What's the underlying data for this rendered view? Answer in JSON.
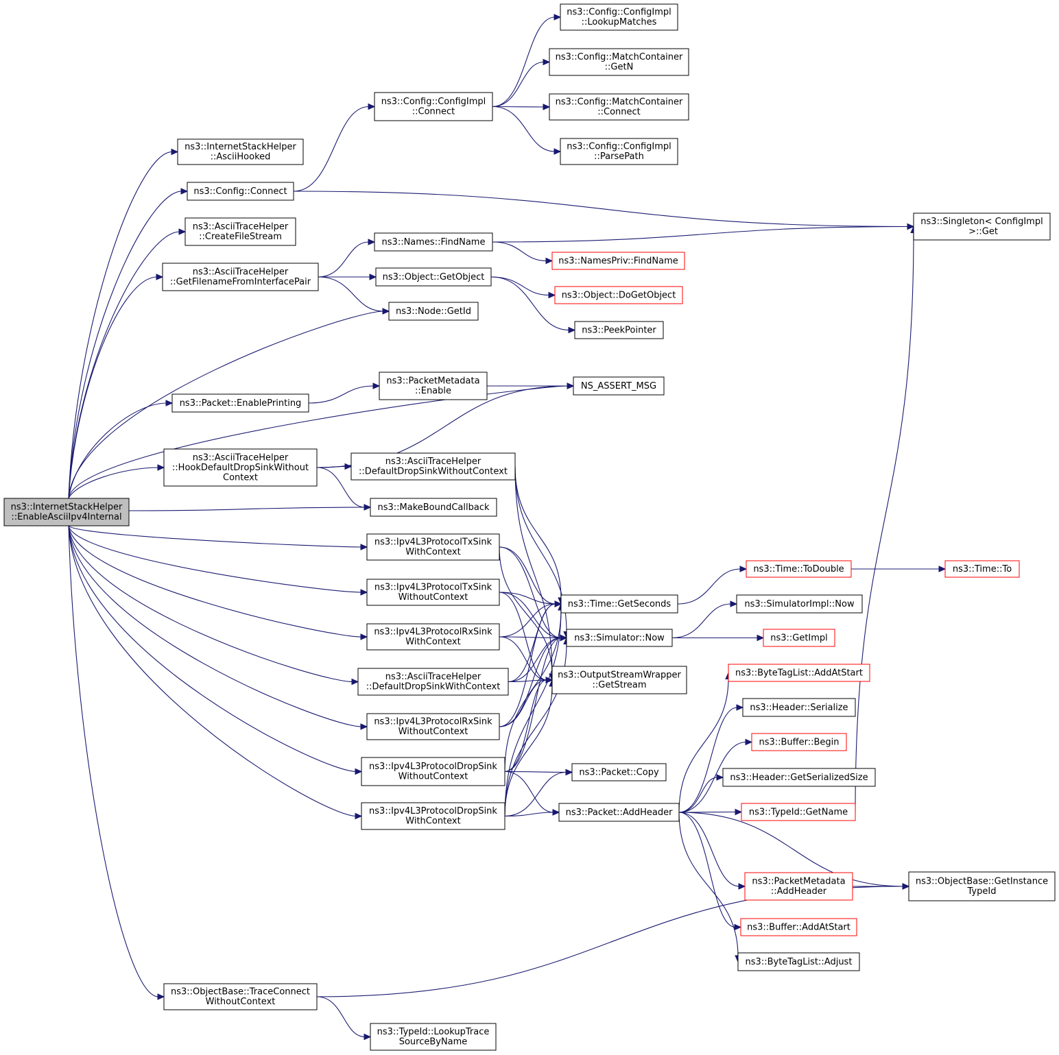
{
  "colors": {
    "edge": "#191970",
    "border_normal": "#000000",
    "border_truncated": "#ff0000",
    "fill_root": "#bfbfbf",
    "fill_normal": "#ffffff"
  },
  "nodes": [
    {
      "id": "root",
      "lines": [
        "ns3::InternetStackHelper",
        "::EnableAsciiIpv4Internal"
      ],
      "kind": "root"
    },
    {
      "id": "asciiHooked",
      "lines": [
        "ns3::InternetStackHelper",
        "::AsciiHooked"
      ],
      "kind": "normal"
    },
    {
      "id": "configConnect",
      "lines": [
        "ns3::Config::Connect"
      ],
      "kind": "normal"
    },
    {
      "id": "createFileStream",
      "lines": [
        "ns3::AsciiTraceHelper",
        "::CreateFileStream"
      ],
      "kind": "normal"
    },
    {
      "id": "getFilename",
      "lines": [
        "ns3::AsciiTraceHelper",
        "::GetFilenameFromInterfacePair"
      ],
      "kind": "normal"
    },
    {
      "id": "enablePrinting",
      "lines": [
        "ns3::Packet::EnablePrinting"
      ],
      "kind": "normal"
    },
    {
      "id": "hookDefault",
      "lines": [
        "ns3::AsciiTraceHelper",
        "::HookDefaultDropSinkWithout",
        "Context"
      ],
      "kind": "normal"
    },
    {
      "id": "traceConnect",
      "lines": [
        "ns3::ObjectBase::TraceConnect",
        "WithoutContext"
      ],
      "kind": "normal"
    },
    {
      "id": "implConnect",
      "lines": [
        "ns3::Config::ConfigImpl",
        "::Connect"
      ],
      "kind": "normal"
    },
    {
      "id": "findName",
      "lines": [
        "ns3::Names::FindName"
      ],
      "kind": "normal"
    },
    {
      "id": "getObject",
      "lines": [
        "ns3::Object::GetObject"
      ],
      "kind": "normal"
    },
    {
      "id": "nodeGetId",
      "lines": [
        "ns3::Node::GetId"
      ],
      "kind": "normal"
    },
    {
      "id": "pmEnable",
      "lines": [
        "ns3::PacketMetadata",
        "::Enable"
      ],
      "kind": "normal"
    },
    {
      "id": "dropSinkWithoutCtx",
      "lines": [
        "ns3::AsciiTraceHelper",
        "::DefaultDropSinkWithoutContext"
      ],
      "kind": "normal"
    },
    {
      "id": "makeBound",
      "lines": [
        "ns3::MakeBoundCallback"
      ],
      "kind": "normal"
    },
    {
      "id": "txSinkWith",
      "lines": [
        "ns3::Ipv4L3ProtocolTxSink",
        "WithContext"
      ],
      "kind": "normal"
    },
    {
      "id": "txSinkWithout",
      "lines": [
        "ns3::Ipv4L3ProtocolTxSink",
        "WithoutContext"
      ],
      "kind": "normal"
    },
    {
      "id": "rxSinkWith",
      "lines": [
        "ns3::Ipv4L3ProtocolRxSink",
        "WithContext"
      ],
      "kind": "normal"
    },
    {
      "id": "dropSinkWithCtx",
      "lines": [
        "ns3::AsciiTraceHelper",
        "::DefaultDropSinkWithContext"
      ],
      "kind": "normal"
    },
    {
      "id": "rxSinkWithout",
      "lines": [
        "ns3::Ipv4L3ProtocolRxSink",
        "WithoutContext"
      ],
      "kind": "normal"
    },
    {
      "id": "dropWithout",
      "lines": [
        "ns3::Ipv4L3ProtocolDropSink",
        "WithoutContext"
      ],
      "kind": "normal"
    },
    {
      "id": "dropWith",
      "lines": [
        "ns3::Ipv4L3ProtocolDropSink",
        "WithContext"
      ],
      "kind": "normal"
    },
    {
      "id": "lookupTrace",
      "lines": [
        "ns3::TypeId::LookupTrace",
        "SourceByName"
      ],
      "kind": "normal"
    },
    {
      "id": "lookupMatches",
      "lines": [
        "ns3::Config::ConfigImpl",
        "::LookupMatches"
      ],
      "kind": "normal"
    },
    {
      "id": "matchGetN",
      "lines": [
        "ns3::Config::MatchContainer",
        "::GetN"
      ],
      "kind": "normal"
    },
    {
      "id": "matchConnect",
      "lines": [
        "ns3::Config::MatchContainer",
        "::Connect"
      ],
      "kind": "normal"
    },
    {
      "id": "parsePath",
      "lines": [
        "ns3::Config::ConfigImpl",
        "::ParsePath"
      ],
      "kind": "normal"
    },
    {
      "id": "namesPrivFind",
      "lines": [
        "ns3::NamesPriv::FindName"
      ],
      "kind": "truncated"
    },
    {
      "id": "doGetObject",
      "lines": [
        "ns3::Object::DoGetObject"
      ],
      "kind": "truncated"
    },
    {
      "id": "peekPointer",
      "lines": [
        "ns3::PeekPointer"
      ],
      "kind": "normal"
    },
    {
      "id": "nsAssert",
      "lines": [
        "NS_ASSERT_MSG"
      ],
      "kind": "normal"
    },
    {
      "id": "getSeconds",
      "lines": [
        "ns3::Time::GetSeconds"
      ],
      "kind": "normal"
    },
    {
      "id": "simNow",
      "lines": [
        "ns3::Simulator::Now"
      ],
      "kind": "normal"
    },
    {
      "id": "getStream",
      "lines": [
        "ns3::OutputStreamWrapper",
        "::GetStream"
      ],
      "kind": "normal"
    },
    {
      "id": "packetCopy",
      "lines": [
        "ns3::Packet::Copy"
      ],
      "kind": "normal"
    },
    {
      "id": "addHeader",
      "lines": [
        "ns3::Packet::AddHeader"
      ],
      "kind": "normal"
    },
    {
      "id": "singletonGet",
      "lines": [
        "ns3::Singleton< ConfigImpl",
        " >::Get"
      ],
      "kind": "normal"
    },
    {
      "id": "toDouble",
      "lines": [
        "ns3::Time::ToDouble"
      ],
      "kind": "truncated"
    },
    {
      "id": "timeTo",
      "lines": [
        "ns3::Time::To"
      ],
      "kind": "truncated"
    },
    {
      "id": "simImplNow",
      "lines": [
        "ns3::SimulatorImpl::Now"
      ],
      "kind": "normal"
    },
    {
      "id": "getImpl",
      "lines": [
        "ns3::GetImpl"
      ],
      "kind": "truncated"
    },
    {
      "id": "btlAddAtStart",
      "lines": [
        "ns3::ByteTagList::AddAtStart"
      ],
      "kind": "truncated"
    },
    {
      "id": "headerSerialize",
      "lines": [
        "ns3::Header::Serialize"
      ],
      "kind": "normal"
    },
    {
      "id": "bufferBegin",
      "lines": [
        "ns3::Buffer::Begin"
      ],
      "kind": "truncated"
    },
    {
      "id": "headerGetSize",
      "lines": [
        "ns3::Header::GetSerializedSize"
      ],
      "kind": "normal"
    },
    {
      "id": "typeIdGetName",
      "lines": [
        "ns3::TypeId::GetName"
      ],
      "kind": "truncated"
    },
    {
      "id": "pmAddHeader",
      "lines": [
        "ns3::PacketMetadata",
        "::AddHeader"
      ],
      "kind": "truncated"
    },
    {
      "id": "bufferAddAtStart",
      "lines": [
        "ns3::Buffer::AddAtStart"
      ],
      "kind": "truncated"
    },
    {
      "id": "btlAdjust",
      "lines": [
        "ns3::ByteTagList::Adjust"
      ],
      "kind": "normal"
    },
    {
      "id": "getInstanceTypeId",
      "lines": [
        "ns3::ObjectBase::GetInstance",
        "TypeId"
      ],
      "kind": "normal"
    }
  ],
  "edges": [
    [
      "root",
      "asciiHooked"
    ],
    [
      "root",
      "configConnect"
    ],
    [
      "root",
      "createFileStream"
    ],
    [
      "root",
      "getFilename"
    ],
    [
      "root",
      "nodeGetId"
    ],
    [
      "root",
      "nsAssert"
    ],
    [
      "root",
      "enablePrinting"
    ],
    [
      "root",
      "hookDefault"
    ],
    [
      "root",
      "makeBound"
    ],
    [
      "root",
      "txSinkWith"
    ],
    [
      "root",
      "txSinkWithout"
    ],
    [
      "root",
      "rxSinkWith"
    ],
    [
      "root",
      "dropSinkWithCtx"
    ],
    [
      "root",
      "rxSinkWithout"
    ],
    [
      "root",
      "dropWithout"
    ],
    [
      "root",
      "dropWith"
    ],
    [
      "root",
      "traceConnect"
    ],
    [
      "configConnect",
      "implConnect"
    ],
    [
      "configConnect",
      "singletonGet"
    ],
    [
      "implConnect",
      "lookupMatches"
    ],
    [
      "implConnect",
      "matchGetN"
    ],
    [
      "implConnect",
      "matchConnect"
    ],
    [
      "implConnect",
      "parsePath"
    ],
    [
      "getFilename",
      "findName"
    ],
    [
      "getFilename",
      "getObject"
    ],
    [
      "getFilename",
      "nodeGetId"
    ],
    [
      "findName",
      "singletonGet"
    ],
    [
      "findName",
      "namesPrivFind"
    ],
    [
      "getObject",
      "doGetObject"
    ],
    [
      "getObject",
      "peekPointer"
    ],
    [
      "enablePrinting",
      "pmEnable"
    ],
    [
      "pmEnable",
      "nsAssert"
    ],
    [
      "hookDefault",
      "nsAssert"
    ],
    [
      "hookDefault",
      "dropSinkWithoutCtx"
    ],
    [
      "hookDefault",
      "makeBound"
    ],
    [
      "dropSinkWithoutCtx",
      "getSeconds"
    ],
    [
      "dropSinkWithoutCtx",
      "simNow"
    ],
    [
      "dropSinkWithoutCtx",
      "getStream"
    ],
    [
      "txSinkWith",
      "getSeconds"
    ],
    [
      "txSinkWith",
      "simNow"
    ],
    [
      "txSinkWith",
      "getStream"
    ],
    [
      "txSinkWithout",
      "getSeconds"
    ],
    [
      "txSinkWithout",
      "simNow"
    ],
    [
      "txSinkWithout",
      "getStream"
    ],
    [
      "rxSinkWith",
      "getSeconds"
    ],
    [
      "rxSinkWith",
      "simNow"
    ],
    [
      "rxSinkWith",
      "getStream"
    ],
    [
      "dropSinkWithCtx",
      "getSeconds"
    ],
    [
      "dropSinkWithCtx",
      "simNow"
    ],
    [
      "dropSinkWithCtx",
      "getStream"
    ],
    [
      "rxSinkWithout",
      "getSeconds"
    ],
    [
      "rxSinkWithout",
      "simNow"
    ],
    [
      "rxSinkWithout",
      "getStream"
    ],
    [
      "dropWithout",
      "getSeconds"
    ],
    [
      "dropWithout",
      "simNow"
    ],
    [
      "dropWithout",
      "getStream"
    ],
    [
      "dropWithout",
      "packetCopy"
    ],
    [
      "dropWithout",
      "addHeader"
    ],
    [
      "dropWith",
      "getSeconds"
    ],
    [
      "dropWith",
      "simNow"
    ],
    [
      "dropWith",
      "getStream"
    ],
    [
      "dropWith",
      "packetCopy"
    ],
    [
      "dropWith",
      "addHeader"
    ],
    [
      "getSeconds",
      "toDouble"
    ],
    [
      "toDouble",
      "timeTo"
    ],
    [
      "simNow",
      "simImplNow"
    ],
    [
      "simNow",
      "getImpl"
    ],
    [
      "addHeader",
      "btlAddAtStart"
    ],
    [
      "addHeader",
      "headerSerialize"
    ],
    [
      "addHeader",
      "bufferBegin"
    ],
    [
      "addHeader",
      "headerGetSize"
    ],
    [
      "addHeader",
      "typeIdGetName"
    ],
    [
      "addHeader",
      "pmAddHeader"
    ],
    [
      "addHeader",
      "bufferAddAtStart"
    ],
    [
      "addHeader",
      "btlAdjust"
    ],
    [
      "addHeader",
      "getInstanceTypeId"
    ],
    [
      "typeIdGetName",
      "singletonGet"
    ],
    [
      "pmAddHeader",
      "getInstanceTypeId"
    ],
    [
      "traceConnect",
      "getInstanceTypeId"
    ],
    [
      "traceConnect",
      "lookupTrace"
    ]
  ]
}
